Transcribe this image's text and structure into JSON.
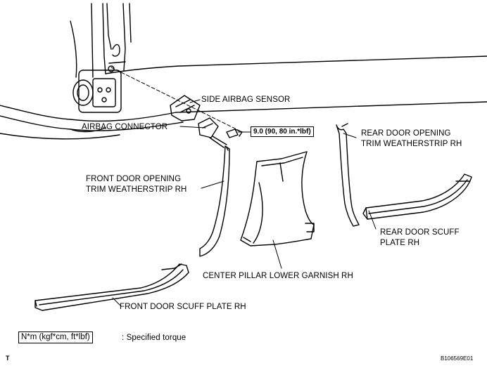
{
  "labels": {
    "side_airbag_sensor": "SIDE AIRBAG SENSOR",
    "airbag_connector": "AIRBAG CONNECTOR",
    "torque_value": "9.0 (90, 80 in.*lbf)",
    "rear_door_weatherstrip_line1": "REAR DOOR OPENING",
    "rear_door_weatherstrip_line2": "TRIM WEATHERSTRIP RH",
    "front_door_weatherstrip_line1": "FRONT DOOR OPENING",
    "front_door_weatherstrip_line2": "TRIM WEATHERSTRIP RH",
    "rear_door_scuff_line1": "REAR DOOR SCUFF",
    "rear_door_scuff_line2": "PLATE RH",
    "center_pillar_garnish": "CENTER PILLAR LOWER GARNISH RH",
    "front_door_scuff": "FRONT DOOR SCUFF PLATE RH"
  },
  "legend": {
    "unit_box": "N*m (kgf*cm, ft*lbf)",
    "description": ": Specified torque"
  },
  "footer": {
    "corner_mark": "T",
    "figure_code": "B106569E01"
  }
}
